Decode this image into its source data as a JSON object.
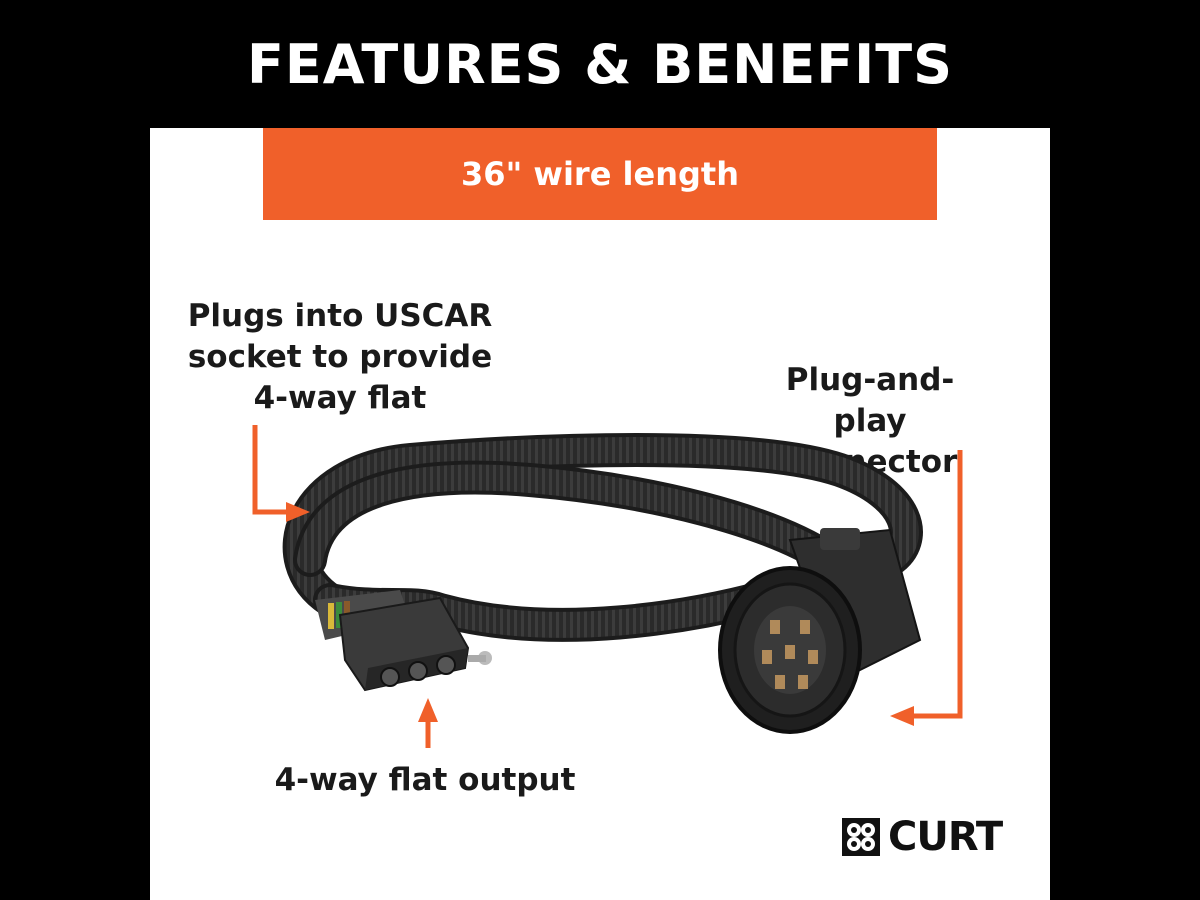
{
  "header": {
    "title": "FEATURES & BENEFITS"
  },
  "banner": {
    "text": "36\" wire length"
  },
  "callouts": {
    "left": [
      "Plugs into USCAR",
      "socket to provide",
      "4-way flat"
    ],
    "right": [
      "Plug-and-play",
      "connector"
    ],
    "bottom": "4-way flat output"
  },
  "brand": {
    "name": "CURT"
  },
  "colors": {
    "accent": "#f0602a",
    "header_bg": "#000000",
    "text": "#1a1a1a"
  },
  "icons": [
    "arrow-right-icon",
    "arrow-up-icon",
    "arrow-left-icon",
    "curt-logo-icon"
  ]
}
